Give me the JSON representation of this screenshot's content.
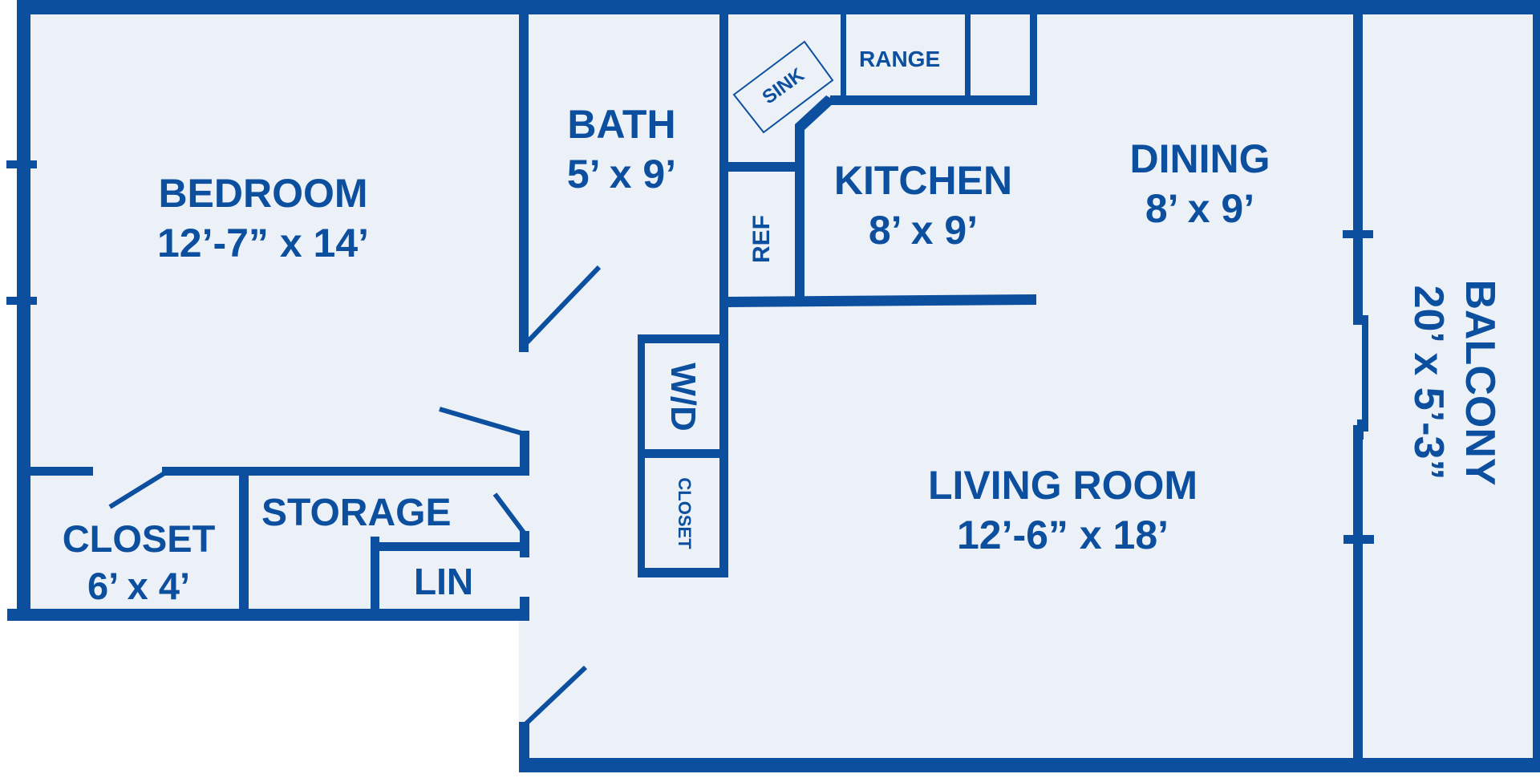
{
  "colors": {
    "wall": "#0c4f9e",
    "floor": "#ecf1f8",
    "background": "#ffffff",
    "text": "#0c4f9e"
  },
  "rooms": {
    "bedroom": {
      "name": "BEDROOM",
      "dims": "12’-7” x 14’"
    },
    "bath": {
      "name": "BATH",
      "dims": "5’ x 9’"
    },
    "kitchen": {
      "name": "KITCHEN",
      "dims": "8’ x 9’"
    },
    "dining": {
      "name": "DINING",
      "dims": "8’ x 9’"
    },
    "living": {
      "name": "LIVING ROOM",
      "dims": "12’-6” x 18’"
    },
    "balcony": {
      "name": "BALCONY",
      "dims": "20’ x 5’-3”"
    },
    "closet": {
      "name": "CLOSET",
      "dims": "6’ x 4’"
    },
    "storage": {
      "name": "STORAGE"
    },
    "linen": {
      "name": "LIN"
    }
  },
  "fixtures": {
    "sink": "SINK",
    "range": "RANGE",
    "refrigerator": "REF",
    "washer_dryer": "W/D",
    "hall_closet": "CLOSET"
  }
}
